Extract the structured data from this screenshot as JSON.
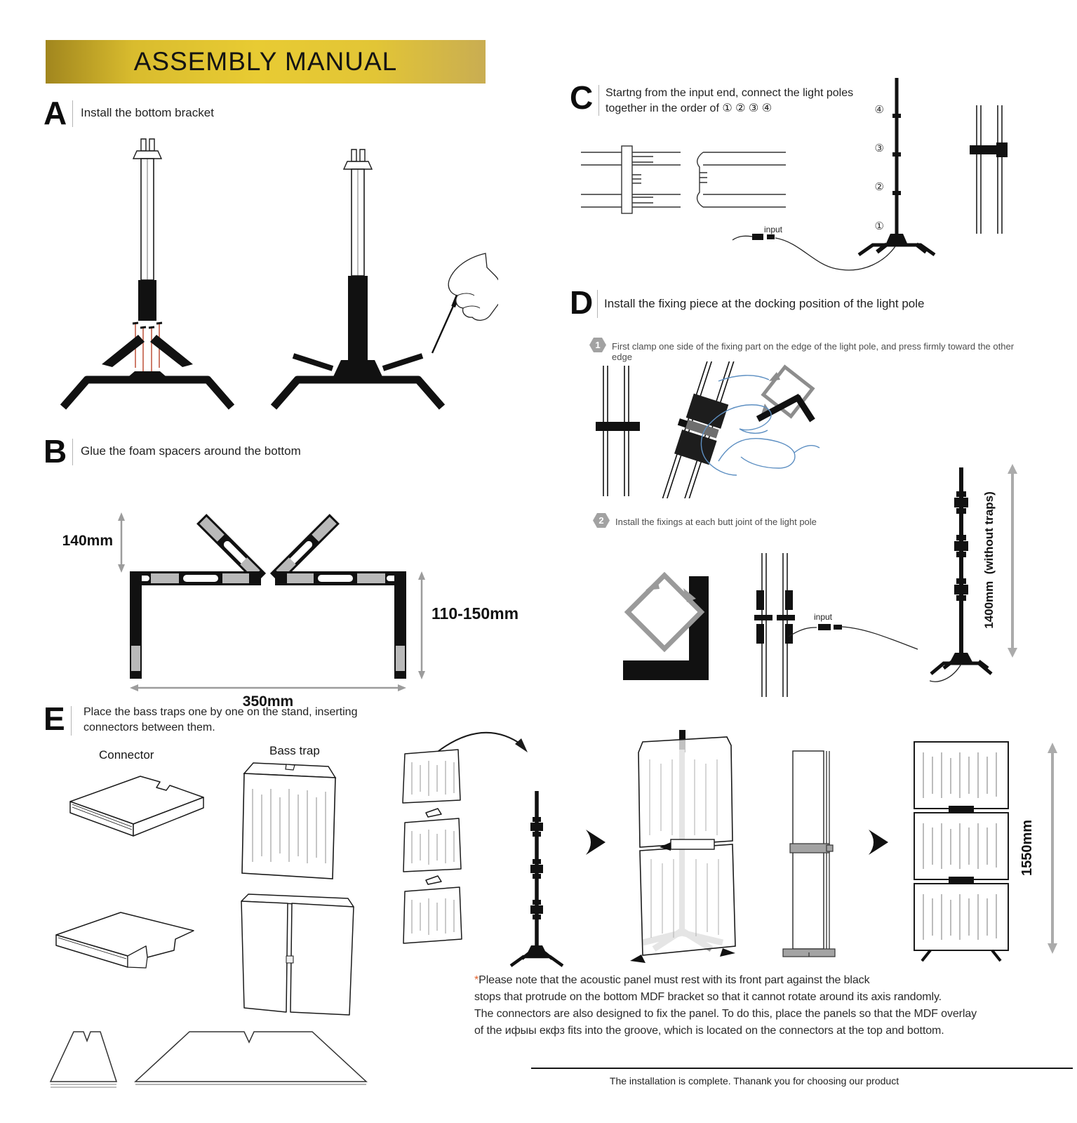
{
  "banner": {
    "title": "ASSEMBLY MANUAL"
  },
  "sections": {
    "a": {
      "letter": "A",
      "instruction": "Install the bottom bracket"
    },
    "b": {
      "letter": "B",
      "instruction": "Glue the foam spacers around the bottom",
      "dimensions": {
        "spacer_height": "140mm",
        "leg_height": "110-150mm",
        "base_width": "350mm"
      }
    },
    "c": {
      "letter": "C",
      "instruction_line1": "Startng from the input end, connect the light poles",
      "instruction_line2": "together in the order of ① ② ③ ④",
      "pole_order_labels": [
        "④",
        "③",
        "②",
        "①"
      ],
      "input_label": "input"
    },
    "d": {
      "letter": "D",
      "instruction": "Install the fixing piece at the docking position of the light pole",
      "step1": {
        "number": "1",
        "text": "First clamp one side of the fixing part on the edge of the light pole, and press firmly toward the other edge"
      },
      "step2": {
        "number": "2",
        "text": "Install the fixings at each butt joint of the light pole"
      },
      "input_label": "input",
      "pole_height_label": "1400mm  (without traps)"
    },
    "e": {
      "letter": "E",
      "instruction_line1": "Place the bass traps one by one on the stand, inserting",
      "instruction_line2": "connectors between them.",
      "connector_label": "Connector",
      "bass_trap_label": "Bass trap",
      "stack_height_label": "1550mm"
    }
  },
  "footnote": {
    "asterisk": "*",
    "line1": "Please note that the acoustic panel must rest with its front part against the black",
    "line2": "stops that protrude on the bottom MDF bracket so that it cannot rotate around its axis randomly.",
    "line3": "The connectors are also designed to fix the panel. To do this, place the panels so that the MDF overlay",
    "line4": "of the ифыы екфз fits into the groove, which is located on the connectors at the top and bottom."
  },
  "footer": {
    "text": "The installation is complete. Thanank you for choosing our product"
  }
}
